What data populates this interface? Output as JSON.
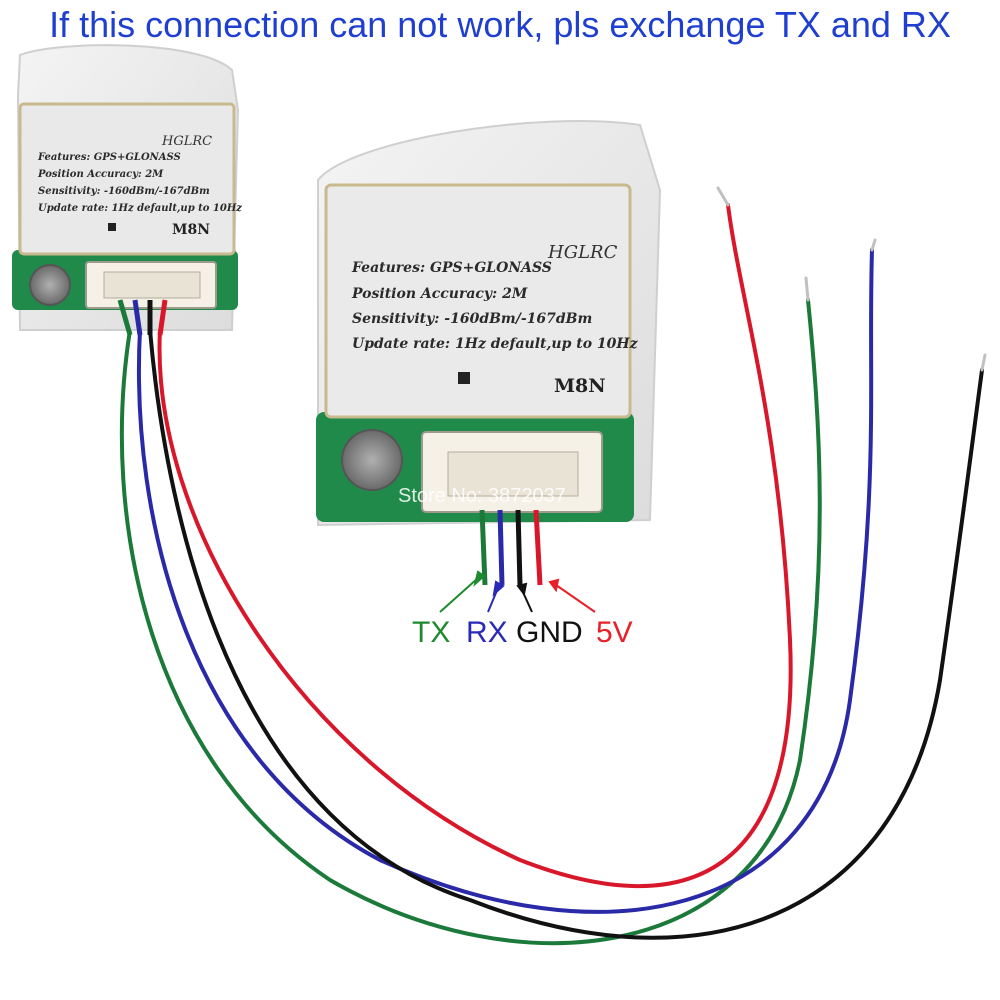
{
  "headline": "If this connection can not work, pls exchange TX and RX",
  "module": {
    "logo": "HGLRC",
    "features": "Features: GPS+GLONASS",
    "accuracy": "Position Accuracy: 2M",
    "sensitivity": "Sensitivity: -160dBm/-167dBm",
    "update_rate": "Update rate: 1Hz default,up to 10Hz",
    "model": "M8N"
  },
  "watermark": "Store No: 3872037",
  "pins": {
    "tx": "TX",
    "rx": "RX",
    "gnd": "GND",
    "v5": "5V"
  },
  "colors": {
    "headline": "#1f3fd0",
    "tx": "#1e8a2e",
    "rx": "#2a2ab8",
    "gnd": "#111111",
    "v5": "#e8202a",
    "wire_green": "#1b7a3a",
    "wire_blue": "#2a2aa8",
    "wire_black": "#111111",
    "wire_red": "#d8182a",
    "pcb": "#1f8a4a"
  }
}
